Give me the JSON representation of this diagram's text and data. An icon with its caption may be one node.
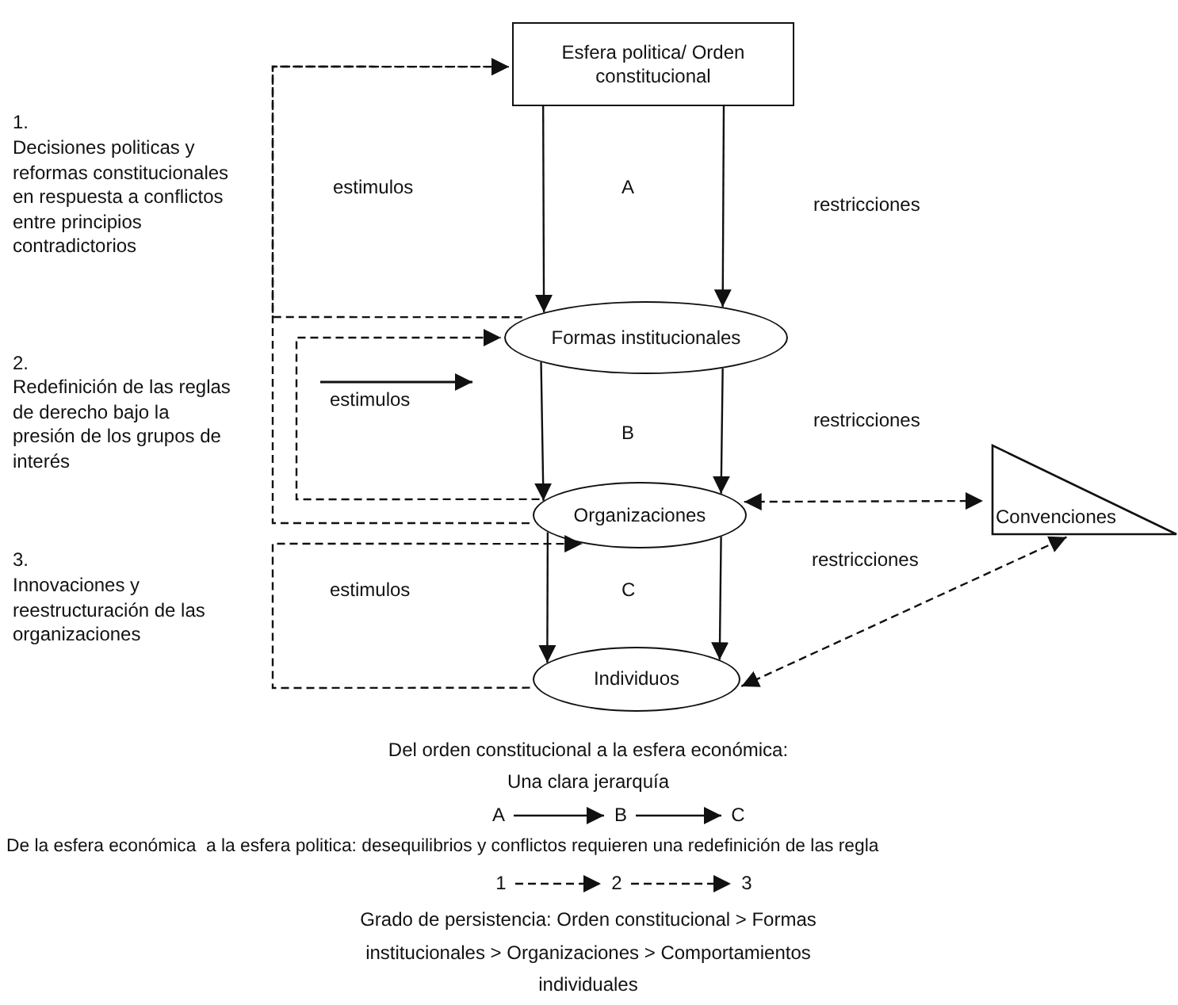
{
  "diagram": {
    "nodes": [
      {
        "text": [
          "Esfera politica/ Orden constitucional"
        ]
      },
      {
        "text": [
          "Formas institucionales"
        ]
      },
      {
        "text": [
          "Organizaciones"
        ]
      },
      {
        "text": [
          "Individuos"
        ]
      },
      {
        "text": [
          "Convenciones"
        ]
      },
      {
        "text": [
          "A"
        ]
      },
      {
        "text": [
          "B"
        ]
      },
      {
        "text": [
          "C"
        ]
      },
      {
        "text": [
          "1"
        ]
      },
      {
        "text": [
          "2"
        ]
      },
      {
        "text": [
          "3"
        ]
      }
    ],
    "edges": [
      {
        "from": 0,
        "to": 1,
        "arrow": "to"
      },
      {
        "from": 0,
        "to": 1,
        "arrow": "to"
      },
      {
        "from": 1,
        "to": 2,
        "arrow": "to"
      },
      {
        "from": 1,
        "to": 2,
        "arrow": "to"
      },
      {
        "from": 2,
        "to": 3,
        "arrow": "to"
      },
      {
        "from": 2,
        "to": 3,
        "arrow": "to"
      },
      {
        "from": 2,
        "to": 4,
        "arrow": "both",
        "style": "dashed"
      },
      {
        "from": 3,
        "to": 4,
        "arrow": "both",
        "style": "dashed"
      },
      {
        "from": 1,
        "to": 0,
        "arrow": "to",
        "style": "dashed"
      },
      {
        "from": 2,
        "to": 1,
        "arrow": "to",
        "style": "dashed"
      },
      {
        "from": 2,
        "to": 0,
        "arrow": "to",
        "style": "dashed"
      },
      {
        "from": 3,
        "to": 2,
        "arrow": "to",
        "style": "dashed"
      },
      {
        "from": 5,
        "to": 6,
        "arrow": "to"
      },
      {
        "from": 6,
        "to": 7,
        "arrow": "to"
      },
      {
        "from": 8,
        "to": 9,
        "arrow": "to",
        "style": "dashed"
      },
      {
        "from": 9,
        "to": 10,
        "arrow": "to",
        "style": "dashed"
      }
    ],
    "labels": [
      "1.",
      "Decisiones politicas y reformas constitucionales en respuesta a conflictos entre principios contradictorios",
      "estimulos",
      "A",
      "restricciones",
      "2.",
      "Redefinición de las reglas de derecho bajo la presión de los grupos de interés",
      "estimulos",
      "B",
      "restricciones",
      "3.",
      "Innovaciones y reestructuración de las organizaciones",
      "estimulos",
      "C",
      "restricciones",
      "Del orden constitucional a la esfera económica:",
      "Una clara jerarquía",
      "De la esfera económica  a la esfera politica: desequilibrios y conflictos requieren una redefinición de las regla",
      "Grado de persistencia: Orden constitucional > Formas institucionales > Organizaciones > Comportamientos individuales"
    ]
  }
}
